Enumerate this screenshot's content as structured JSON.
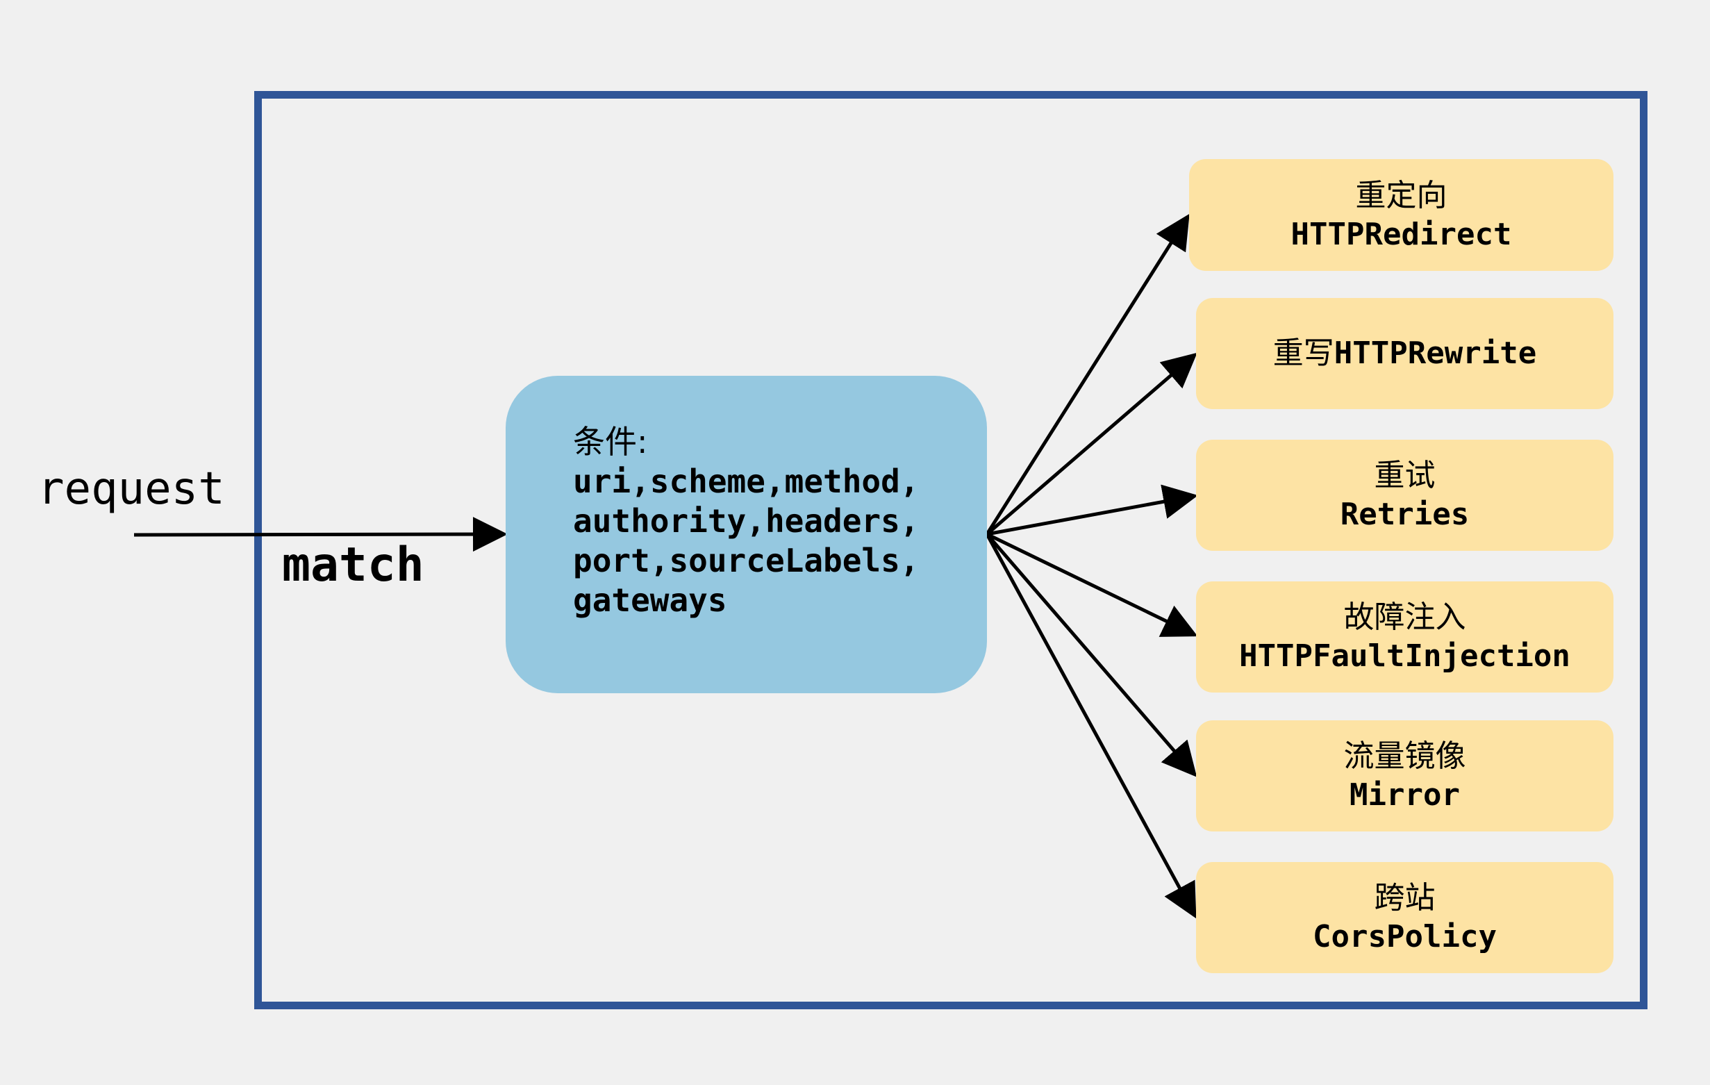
{
  "request_label": "request",
  "match_label": "match",
  "condition": {
    "title": "条件:",
    "lines": [
      "uri,scheme,method,",
      "authority,headers,",
      "port,sourceLabels,",
      "gateways"
    ]
  },
  "actions": {
    "redirect": {
      "cn": "重定向",
      "en": "HTTPRedirect"
    },
    "rewrite": {
      "cn": "重写",
      "en": "HTTPRewrite"
    },
    "retries": {
      "cn": "重试",
      "en": "Retries"
    },
    "fault": {
      "cn": "故障注入",
      "en": "HTTPFaultInjection"
    },
    "mirror": {
      "cn": "流量镜像",
      "en": "Mirror"
    },
    "cors": {
      "cn": "跨站",
      "en": "CorsPolicy"
    }
  },
  "colors": {
    "background": "#f0f0f0",
    "frame_border": "#2f5597",
    "condition_fill": "#95c8e0",
    "action_fill": "#fde3a4",
    "arrow": "#000000"
  }
}
